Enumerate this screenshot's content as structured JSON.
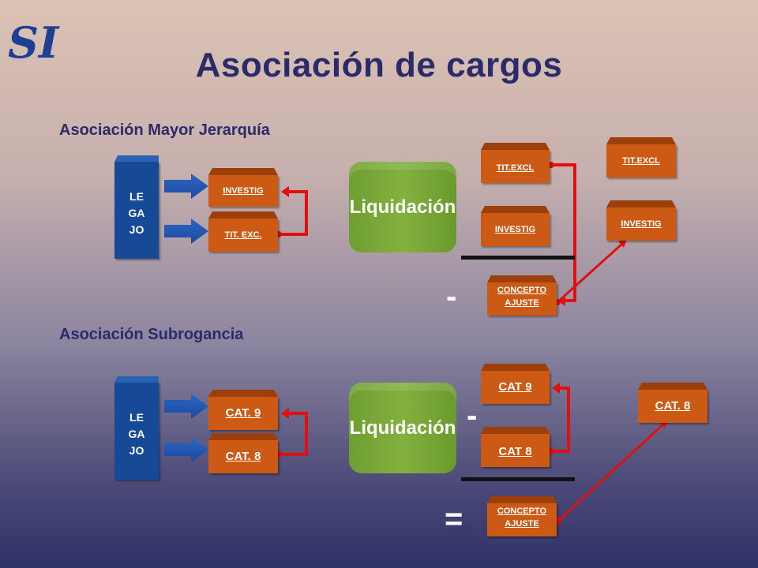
{
  "title": "Asociación de cargos",
  "logo_text": "SI",
  "colors": {
    "accent": "#cc5a14",
    "legajo": "#174a96",
    "liquidacion": "#7aab38",
    "connector": "#e01010"
  },
  "section1": {
    "heading": "Asociación Mayor Jerarquía",
    "legajo": [
      "LE",
      "GA",
      "JO"
    ],
    "inputs": [
      "INVESTIG",
      "TIT. EXC."
    ],
    "liquidacion": "Liquidación",
    "stack": [
      "TIT.EXCL",
      "INVESTIG"
    ],
    "operator": "-",
    "concepto": [
      "CONCEPTO",
      "AJUSTE"
    ],
    "results": [
      "TIT.EXCL",
      "INVESTIG"
    ]
  },
  "section2": {
    "heading": "Asociación Subrogancia",
    "legajo": [
      "LE",
      "GA",
      "JO"
    ],
    "inputs": [
      "CAT. 9",
      "CAT. 8"
    ],
    "liquidacion": "Liquidación",
    "stack": [
      "CAT 9",
      "CAT 8"
    ],
    "operator": "-",
    "equals": "=",
    "concepto": [
      "CONCEPTO",
      "AJUSTE"
    ],
    "results": [
      "CAT. 8"
    ]
  }
}
